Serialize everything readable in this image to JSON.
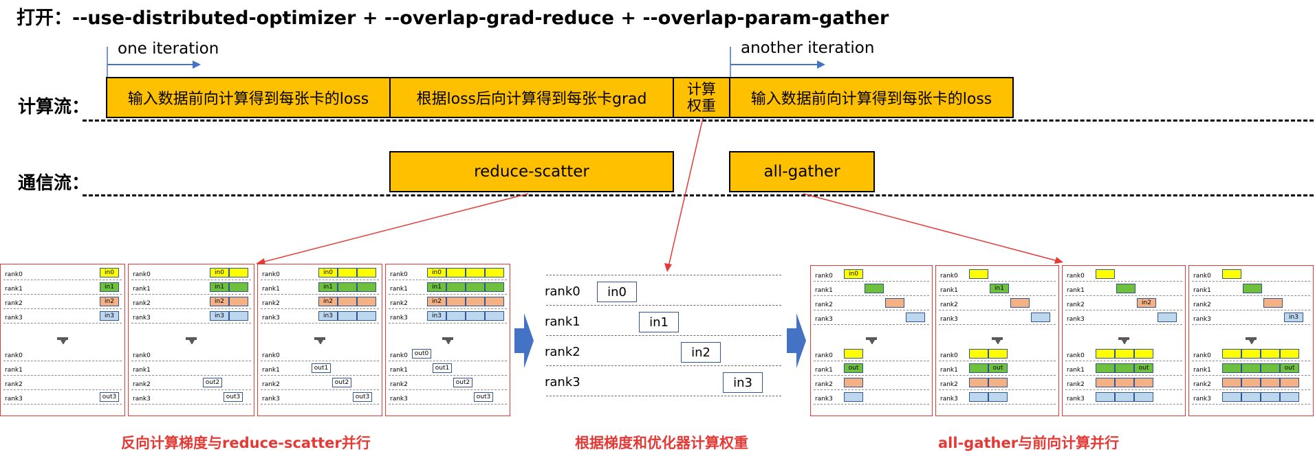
{
  "title": "打开：--use-distributed-optimizer  +  --overlap-grad-reduce  +  --overlap-param-gather",
  "compute_stream": {
    "label": "计算流：",
    "blocks": [
      "输入数据前向计算得到每张卡的loss",
      "根据loss后向计算得到每张卡grad",
      "计算权重",
      "输入数据前向计算得到每张卡的loss"
    ]
  },
  "comm_stream": {
    "label": "通信流：",
    "blocks": [
      "reduce-scatter",
      "all-gather"
    ]
  },
  "iterations": [
    "one iteration",
    "another iteration"
  ],
  "ranks": [
    "rank0",
    "rank1",
    "rank2",
    "rank3"
  ],
  "inputs": [
    "in0",
    "in1",
    "in2",
    "in3"
  ],
  "outputs": [
    "out0",
    "out1",
    "out2",
    "out3"
  ],
  "out_generic": "out",
  "captions": [
    "反向计算梯度与reduce-scatter并行",
    "根据梯度和优化器计算权重",
    "all-gather与前向计算并行"
  ],
  "colors": {
    "block": "#FFC000",
    "arrow_blue": "#4472C4",
    "red": "#E53935",
    "yellow": "#FFFF00",
    "green": "#70C040",
    "orange": "#F4B183",
    "blue": "#BDD7EE"
  }
}
